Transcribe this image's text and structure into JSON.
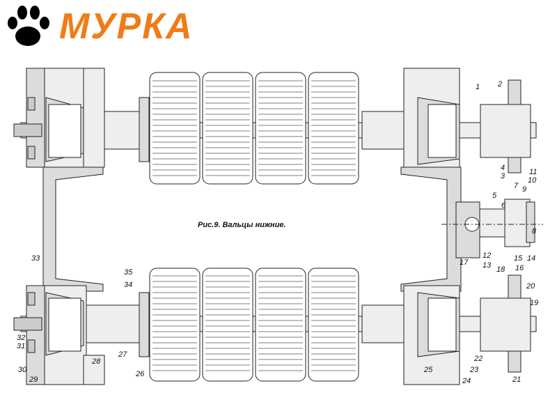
{
  "brand": {
    "logo_text": "МУРКА",
    "logo_icon": "paw-icon",
    "logo_color": "#f07c16"
  },
  "caption": "Рис.9. Вальцы нижние.",
  "colors": {
    "part_fill": "#dcdcdc",
    "line": "#222222"
  },
  "callouts": [
    "1",
    "2",
    "3",
    "4",
    "5",
    "6",
    "7",
    "8",
    "9",
    "10",
    "11",
    "12",
    "13",
    "14",
    "15",
    "16",
    "17",
    "18",
    "19",
    "20",
    "21",
    "22",
    "23",
    "24",
    "25",
    "26",
    "27",
    "28",
    "29",
    "30",
    "31",
    "32",
    "33",
    "34",
    "35"
  ]
}
